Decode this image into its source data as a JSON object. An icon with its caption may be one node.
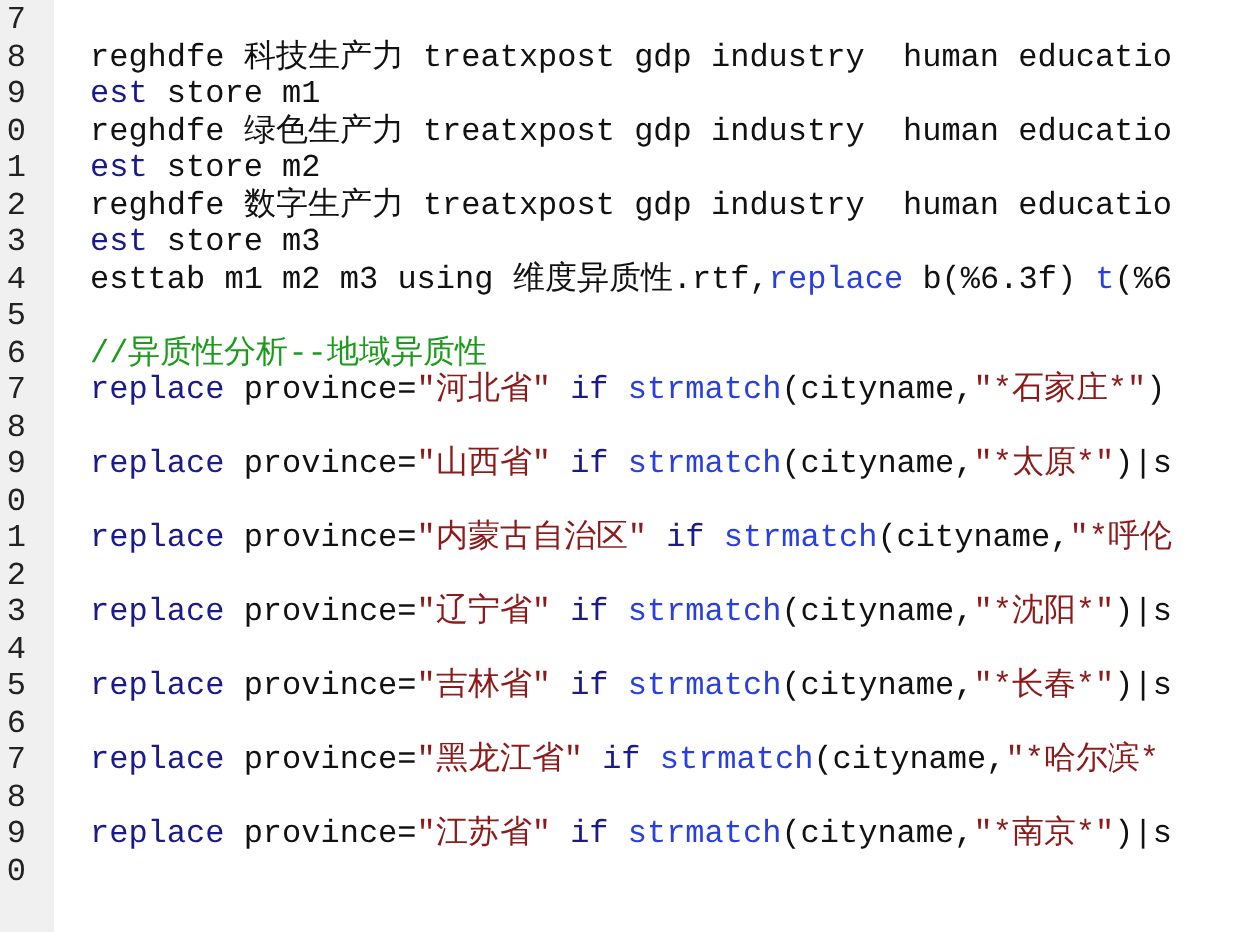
{
  "diagram": {
    "labels": [
      "7",
      "8",
      "reghdfe 科技生产力 treatxpost gdp industry  human educatio",
      "9",
      "est store m1",
      "0",
      "reghdfe 绿色生产力 treatxpost gdp industry  human educatio",
      "1",
      "est store m2",
      "2",
      "reghdfe 数字生产力 treatxpost gdp industry  human educatio",
      "3",
      "est store m3",
      "4",
      "esttab m1 m2 m3 using 维度异质性.rtf,replace b(%6.3f) t(%6",
      "5",
      "6",
      "//异质性分析--地域异质性",
      "7",
      "replace province=\"河北省\" if strmatch(cityname,\"*石家庄*\")",
      "8",
      "9",
      "replace province=\"山西省\" if strmatch(cityname,\"*太原*\")|s",
      "0",
      "1",
      "replace province=\"内蒙古自治区\" if strmatch(cityname,\"*呼伦",
      "2",
      "3",
      "replace province=\"辽宁省\" if strmatch(cityname,\"*沈阳*\")|s",
      "4",
      "5",
      "replace province=\"吉林省\" if strmatch(cityname,\"*长春*\")|s",
      "6",
      "7",
      "replace province=\"黑龙江省\" if strmatch(cityname,\"*哈尔滨*",
      "8",
      "9",
      "replace province=\"江苏省\" if strmatch(cityname,\"*南京*\")|s",
      "0"
    ]
  }
}
